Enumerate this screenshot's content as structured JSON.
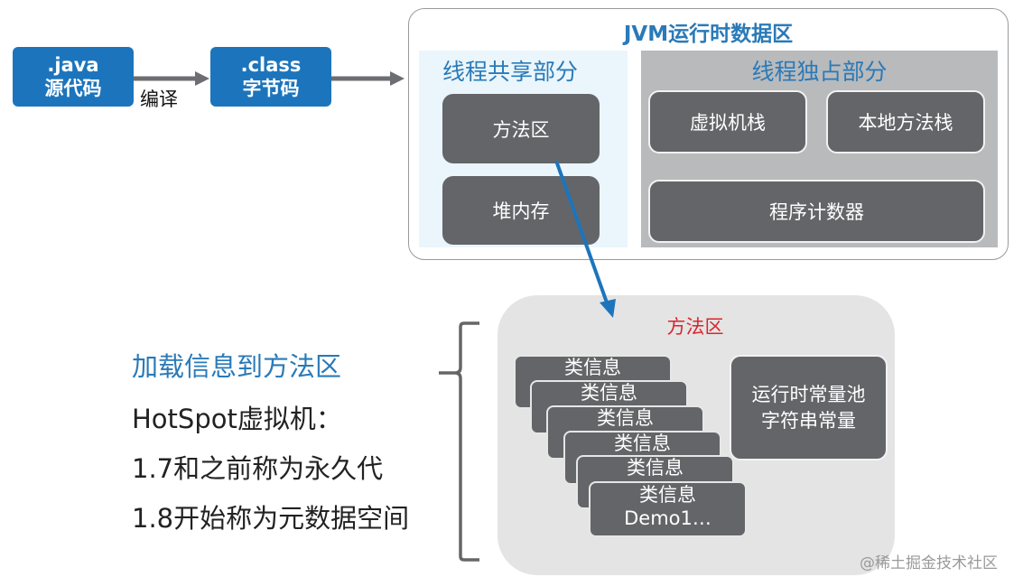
{
  "flow": {
    "source": {
      "line1": ".java",
      "line2": "源代码"
    },
    "compile_label": "编译",
    "bytecode": {
      "line1": ".class",
      "line2": "字节码"
    }
  },
  "jvm": {
    "title": "JVM运行时数据区",
    "shared": {
      "title": "线程共享部分",
      "items": [
        "方法区",
        "堆内存"
      ]
    },
    "private": {
      "title": "线程独占部分",
      "items": [
        "虚拟机栈",
        "本地方法栈",
        "程序计数器"
      ]
    }
  },
  "method_area": {
    "title": "方法区",
    "class_info": [
      "类信息",
      "类信息",
      "类信息",
      "类信息",
      "类信息",
      "类信息"
    ],
    "class_info_last_sub": "Demo1…",
    "constant_pool": {
      "line1": "运行时常量池",
      "line2": "字符串常量"
    }
  },
  "notes": {
    "heading": "加载信息到方法区",
    "lines": [
      "HotSpot虚拟机：",
      "1.7和之前称为永久代",
      "1.8开始称为元数据空间"
    ]
  },
  "watermark": "@稀土掘金技术社区",
  "colors": {
    "accent_blue": "#1c75bc",
    "title_blue": "#2a7ab8",
    "red": "#d9262c",
    "box_gray": "#646569"
  }
}
